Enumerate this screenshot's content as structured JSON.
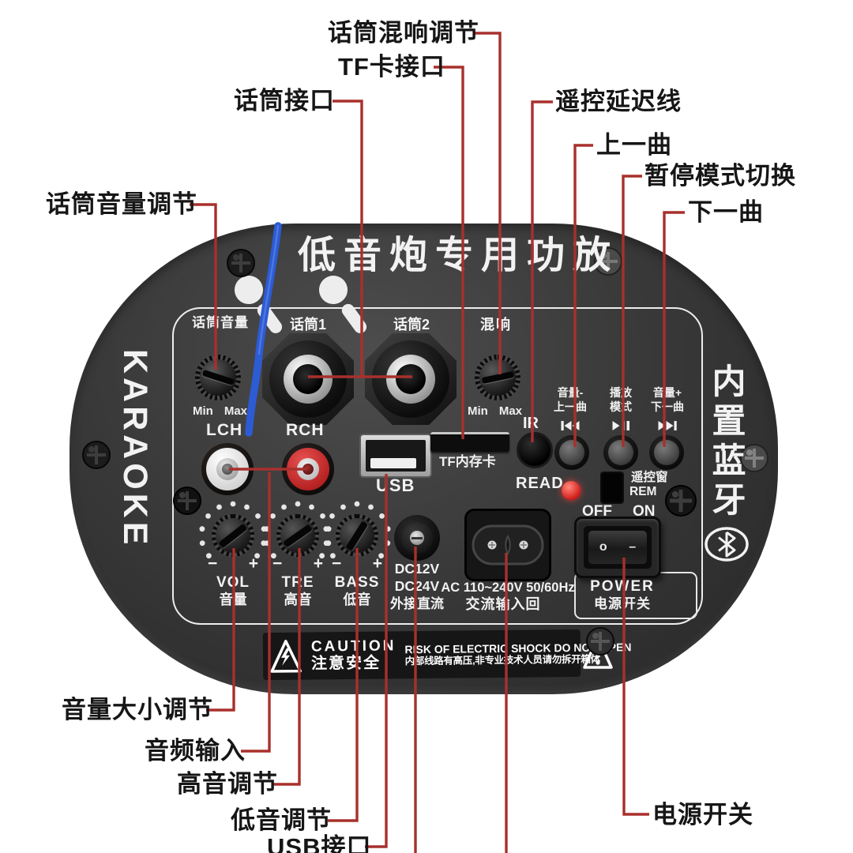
{
  "colors": {
    "background": "#ffffff",
    "board": "#353535",
    "callout_line": "#a8302c",
    "wire_blue": "#2c5bd4",
    "led_red": "#e03131",
    "rca_red": "#cf2626",
    "board_text": "#f2f2f2",
    "label_text": "#161616"
  },
  "callouts": {
    "mic_reverb": "话筒混响调节",
    "tf_card": "TF卡接口",
    "mic_port": "话筒接口",
    "remote_delay": "遥控延迟线",
    "prev_track": "上一曲",
    "pause_mode": "暂停模式切换",
    "next_track": "下一曲",
    "mic_volume": "话筒音量调节",
    "volume_adjust": "音量大小调节",
    "audio_input": "音频输入",
    "treble_adjust": "高音调节",
    "bass_adjust": "低音调节",
    "usb_port": "USB接口",
    "power_switch": "电源开关"
  },
  "board": {
    "title": "低音炮专用功放",
    "left_text": "KARAOKE",
    "right_text": "内置蓝牙"
  },
  "panel": {
    "mic_volume": "话筒音量",
    "min": "Min",
    "max": "Max",
    "mic1": "话筒1",
    "mic2": "话筒2",
    "reverb": "混响",
    "lch": "LCH",
    "rch": "RCH",
    "usb": "USB",
    "tf_slot": "TF内存卡",
    "ir": "IR",
    "read": "READ",
    "remote_window": "遥控窗",
    "rem": "REM",
    "off": "OFF",
    "on": "ON",
    "transport": [
      {
        "line1": "音量-",
        "line2": "上一曲"
      },
      {
        "line1": "播放",
        "line2": "模式"
      },
      {
        "line1": "音量+",
        "line2": "下一曲"
      }
    ],
    "minus": "−",
    "plus": "+",
    "pots": [
      {
        "en": "VOL",
        "cn": "音量"
      },
      {
        "en": "TRE",
        "cn": "高音"
      },
      {
        "en": "BASS",
        "cn": "低音"
      }
    ],
    "dc": {
      "l1": "DC12V",
      "l2": "DC24V",
      "l3": "外接直流"
    },
    "ac": {
      "l1": "AC 110~240V 50/60Hz",
      "l2": "交流输入回"
    },
    "power": {
      "en": "POWER",
      "cn": "电源开关"
    },
    "rocker": {
      "off_mark": "o",
      "on_mark": "–"
    }
  },
  "caution": {
    "en": "CAUTION",
    "cn": "注意安全",
    "line1": "RISK OF ELECTRIC SHOCK DO NOT OPEN",
    "line2": "内部线路有高压,非专业技术人员请勿拆开箱体"
  }
}
